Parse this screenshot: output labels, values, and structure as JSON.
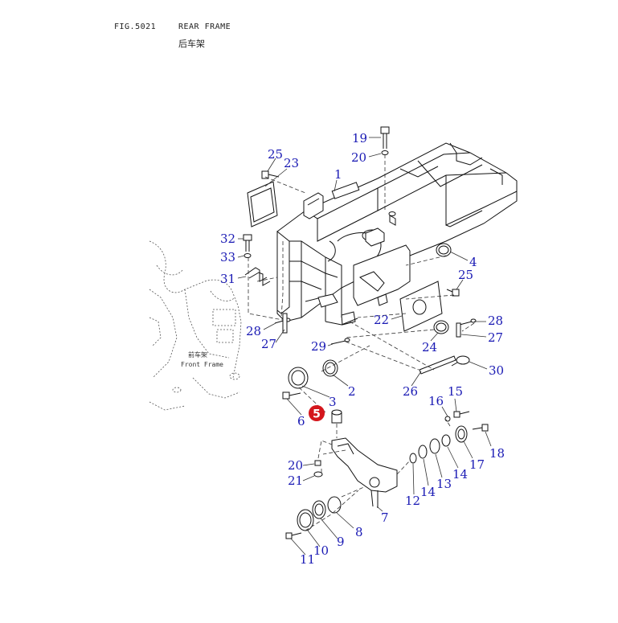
{
  "header": {
    "fig_no": "FIG.5021",
    "title": "REAR FRAME",
    "title_cn": "后车架"
  },
  "front_frame": {
    "label_cn": "前车架",
    "label_en": "Front Frame"
  },
  "highlight": {
    "number": "5",
    "color": "#d4161c"
  },
  "callout_color": "#1a1ab4",
  "callouts": {
    "c19": "19",
    "c20a": "20",
    "c25a": "25",
    "c23": "23",
    "c1": "1",
    "c32": "32",
    "c33": "33",
    "c31": "31",
    "c4": "4",
    "c25b": "25",
    "c28a": "28",
    "c27a": "27",
    "c22": "22",
    "c28b": "28",
    "c27b": "27",
    "c24": "24",
    "c29": "29",
    "c30": "30",
    "c2": "2",
    "c26": "26",
    "c3": "3",
    "c6": "6",
    "c16": "16",
    "c15": "15",
    "c18": "18",
    "c17": "17",
    "c20b": "20",
    "c21": "21",
    "c14a": "14",
    "c13": "13",
    "c14b": "14",
    "c12": "12",
    "c7": "7",
    "c8": "8",
    "c9": "9",
    "c10": "10",
    "c11": "11"
  }
}
